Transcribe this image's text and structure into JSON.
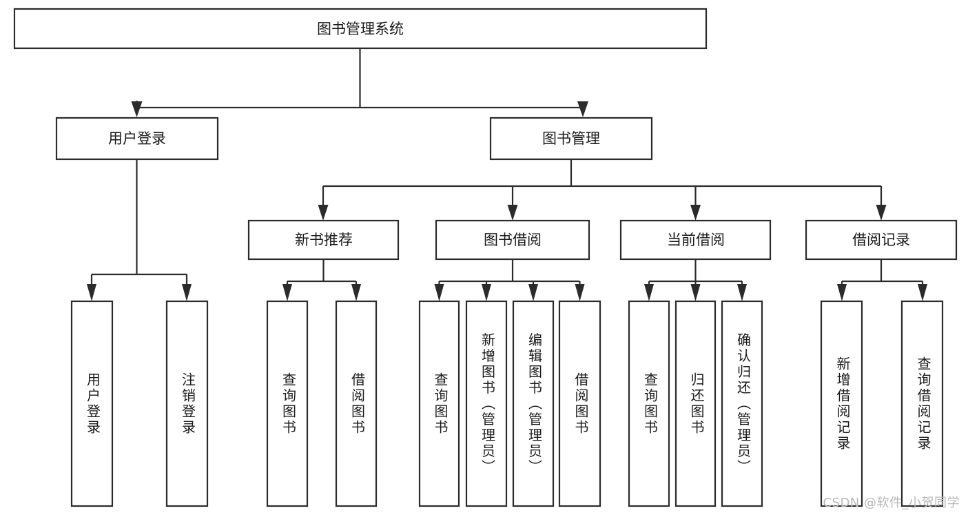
{
  "diagram": {
    "title": "图书管理系统",
    "type": "tree-hierarchy",
    "watermark": "CSDN @软件_小贺同学",
    "colors": {
      "stroke": "#2b2b2b",
      "fill": "#ffffff",
      "text": "#1a1a1a",
      "watermark": "#b8b8b8"
    },
    "levels": {
      "level1": "root",
      "level2": "modules",
      "level3": "submodules",
      "level4": "functions"
    }
  },
  "nodes": {
    "root": {
      "label": "图书管理系统",
      "orientation": "horizontal"
    },
    "level2": [
      {
        "id": "user-login",
        "label": "用户登录",
        "orientation": "horizontal"
      },
      {
        "id": "book-manage",
        "label": "图书管理",
        "orientation": "horizontal"
      }
    ],
    "level3": [
      {
        "id": "new-book-recommend",
        "label": "新书推荐",
        "orientation": "horizontal"
      },
      {
        "id": "book-borrow",
        "label": "图书借阅",
        "orientation": "horizontal"
      },
      {
        "id": "current-borrow",
        "label": "当前借阅",
        "orientation": "horizontal"
      },
      {
        "id": "borrow-record",
        "label": "借阅记录",
        "orientation": "horizontal"
      }
    ],
    "leaves": [
      {
        "id": "leaf-user-login",
        "label": "用户登录",
        "parent": "user-login",
        "orientation": "vertical"
      },
      {
        "id": "leaf-user-logout",
        "label": "注销登录",
        "parent": "user-login",
        "orientation": "vertical"
      },
      {
        "id": "leaf-query-book-1",
        "label": "查询图书",
        "parent": "new-book-recommend",
        "orientation": "vertical"
      },
      {
        "id": "leaf-borrow-book-1",
        "label": "借阅图书",
        "parent": "new-book-recommend",
        "orientation": "vertical"
      },
      {
        "id": "leaf-query-book-2",
        "label": "查询图书",
        "parent": "book-borrow",
        "orientation": "vertical"
      },
      {
        "id": "leaf-add-book",
        "label": "新增图书（管理员）",
        "parent": "book-borrow",
        "orientation": "vertical"
      },
      {
        "id": "leaf-edit-book",
        "label": "编辑图书（管理员）",
        "parent": "book-borrow",
        "orientation": "vertical"
      },
      {
        "id": "leaf-borrow-book-2",
        "label": "借阅图书",
        "parent": "book-borrow",
        "orientation": "vertical"
      },
      {
        "id": "leaf-query-book-3",
        "label": "查询图书",
        "parent": "current-borrow",
        "orientation": "vertical"
      },
      {
        "id": "leaf-return-book",
        "label": "归还图书",
        "parent": "current-borrow",
        "orientation": "vertical"
      },
      {
        "id": "leaf-confirm-return",
        "label": "确认归还（管理员）",
        "parent": "current-borrow",
        "orientation": "vertical"
      },
      {
        "id": "leaf-add-record",
        "label": "新增借阅记录",
        "parent": "borrow-record",
        "orientation": "vertical"
      },
      {
        "id": "leaf-query-record",
        "label": "查询借阅记录",
        "parent": "borrow-record",
        "orientation": "vertical"
      }
    ]
  }
}
